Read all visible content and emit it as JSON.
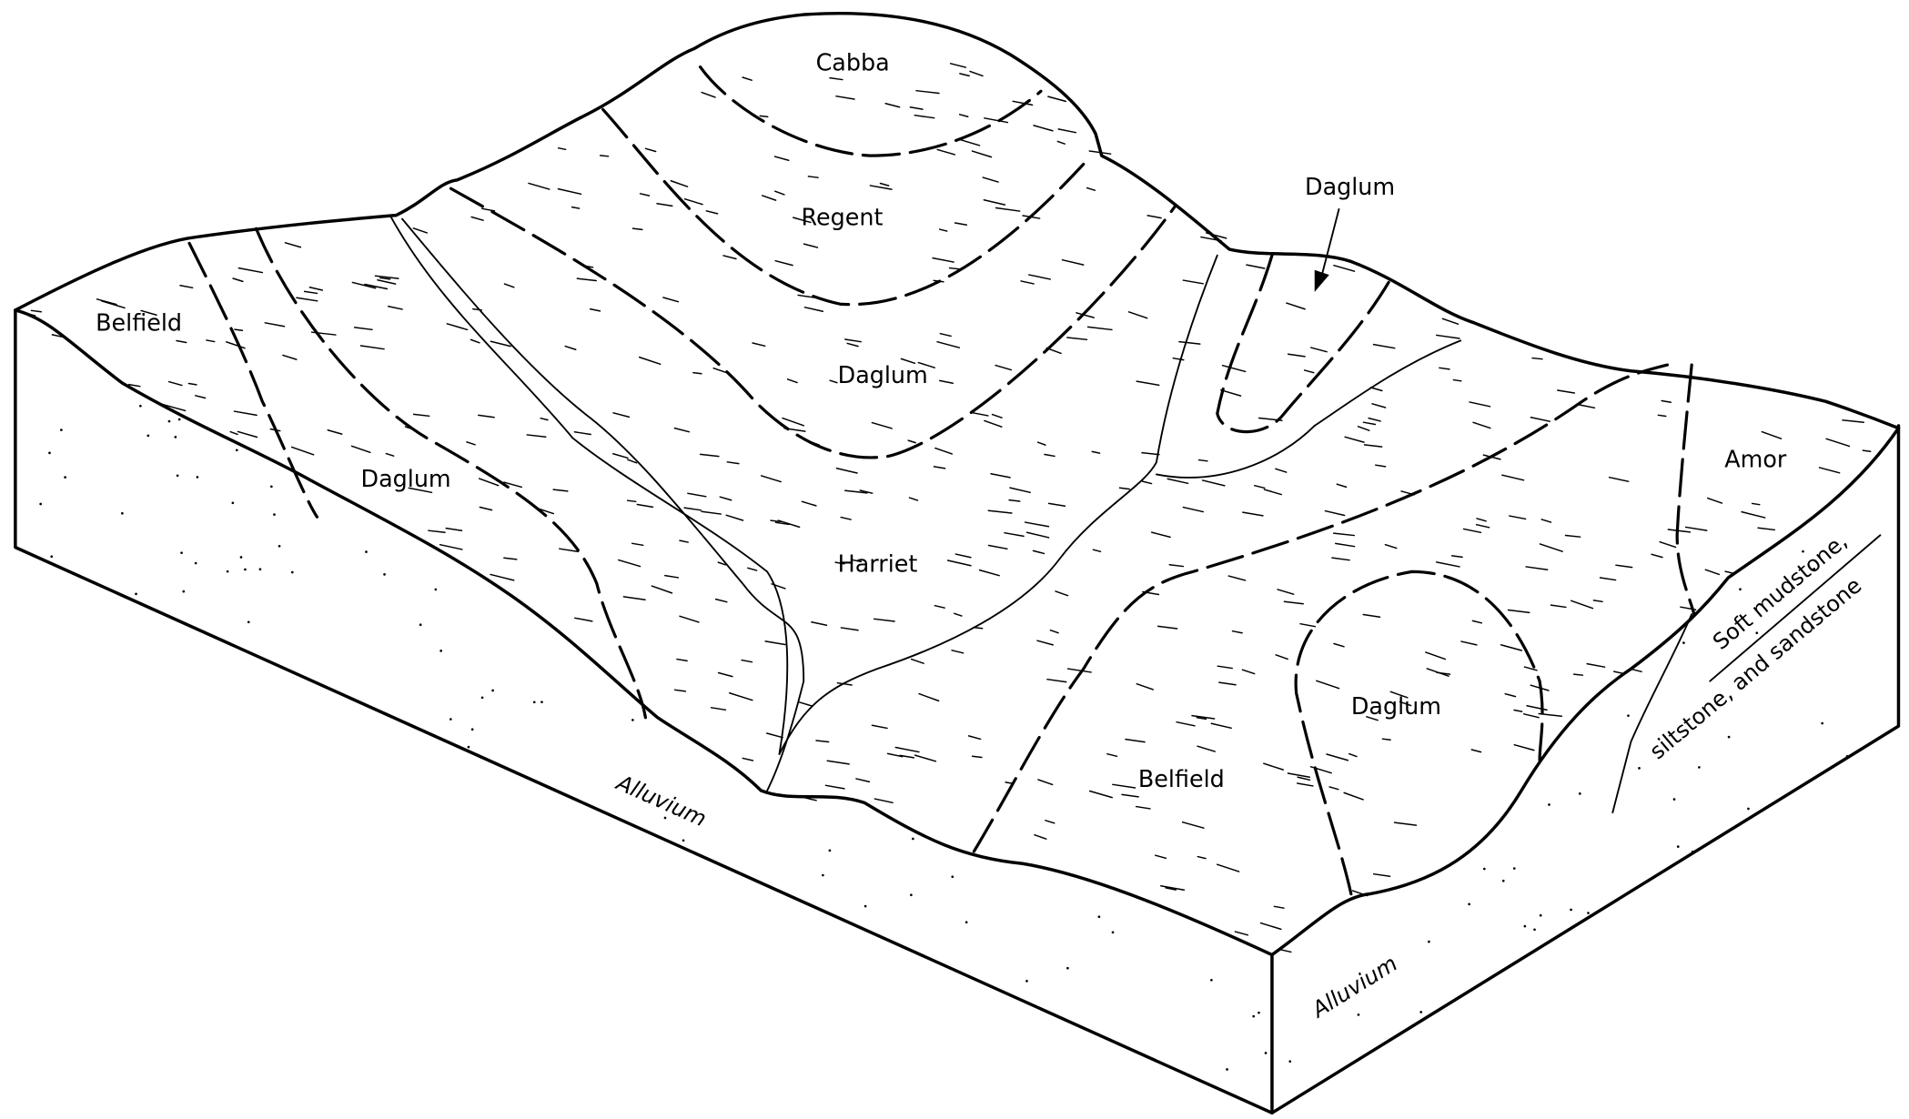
{
  "labels": {
    "cabba": "Cabba",
    "regent": "Regent",
    "daglum_top_right": "Daglum",
    "belfield_left": "Belfield",
    "daglum_center": "Daglum",
    "daglum_left": "Daglum",
    "harriet": "Harriet",
    "amor": "Amor",
    "daglum_lower_right": "Daglum",
    "belfield_lower": "Belfield",
    "alluvium_front": "Alluvium",
    "alluvium_side": "Alluvium",
    "bedrock_line1": "Soft mudstone,",
    "bedrock_line2": "siltstone, and sandstone"
  }
}
